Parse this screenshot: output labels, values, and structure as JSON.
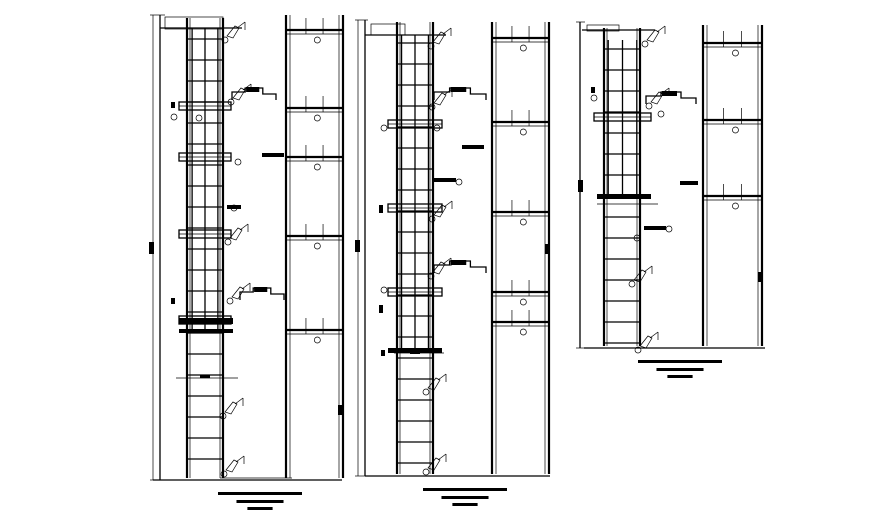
{
  "drawing": {
    "background": "#ffffff",
    "ink": "#000000",
    "views": [
      {
        "id": "view-1",
        "caption_lines": 3
      },
      {
        "id": "view-2",
        "caption_lines": 3
      },
      {
        "id": "view-3",
        "caption_lines": 3
      }
    ]
  }
}
